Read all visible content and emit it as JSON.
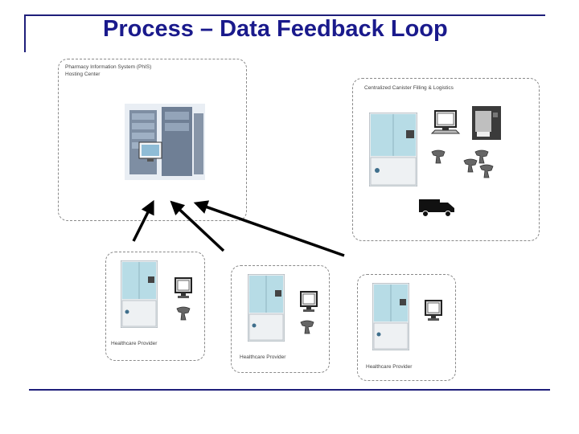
{
  "title": "Process – Data Feedback Loop",
  "pis": {
    "label_line1": "Pharmacy Information System (PhIS)",
    "label_line2": "Hosting Center"
  },
  "central": {
    "label": "Centralized Canister Filling & Logistics"
  },
  "providers": [
    {
      "label": "Healthcare Provider"
    },
    {
      "label": "Healthcare Provider"
    },
    {
      "label": "Healthcare Provider"
    }
  ],
  "colors": {
    "title": "#1a1a8c",
    "frame": "#1f1f7a",
    "cabinet_top": "#b7dce6",
    "cabinet_body": "#e6ebee",
    "arrow": "#000000"
  }
}
